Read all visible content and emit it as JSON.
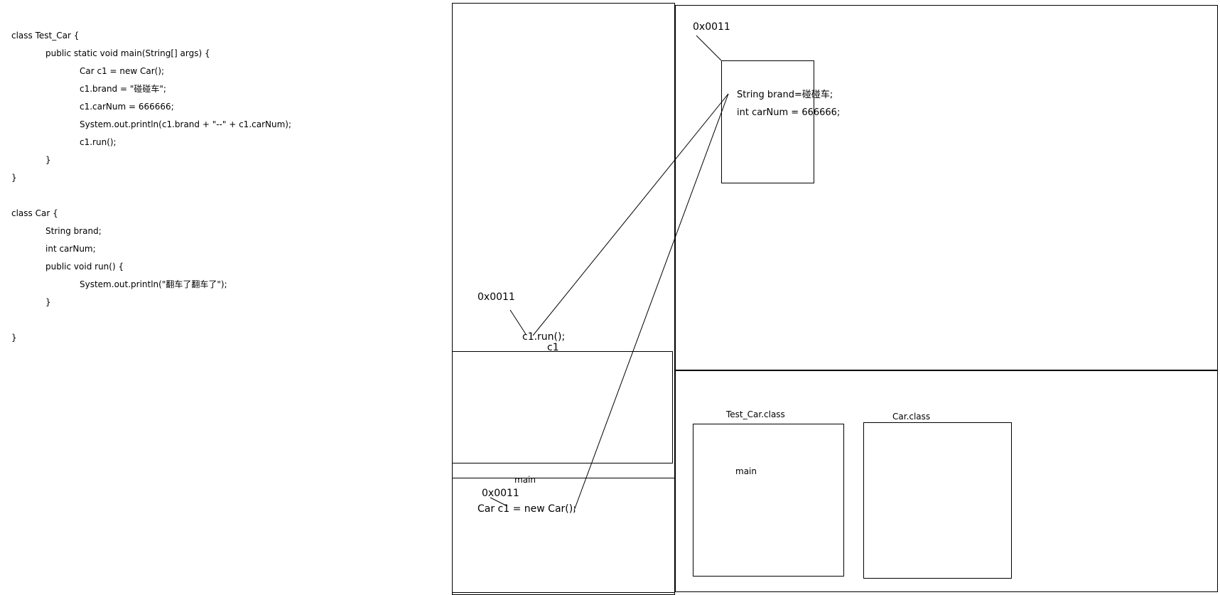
{
  "code": [
    "class Test_Car {",
    "public static void main(String[] args) {",
    "Car c1 = new Car();",
    "c1.brand = \"碰碰车\";",
    "c1.carNum = 666666;",
    "System.out.println(c1.brand + \"--\" + c1.carNum);",
    "c1.run();",
    "}",
    "}",
    "class Car {",
    "String brand;",
    "int carNum;",
    "public void run() {",
    "System.out.println(\"翻车了翻车了\");",
    "}",
    "}"
  ],
  "stack": {
    "run_addr": "0x0011",
    "run_call": "c1.run();",
    "run_var": "c1",
    "main_label": "main",
    "main_addr": "0x0011",
    "main_stmt": "Car c1 = new Car();"
  },
  "heap": {
    "addr": "0x0011",
    "field_brand": "String brand=碰碰车;",
    "field_carnum": "int carNum = 666666;"
  },
  "method_area": {
    "test_car_class": "Test_Car.class",
    "test_car_method": "main",
    "car_class": "Car.class"
  }
}
